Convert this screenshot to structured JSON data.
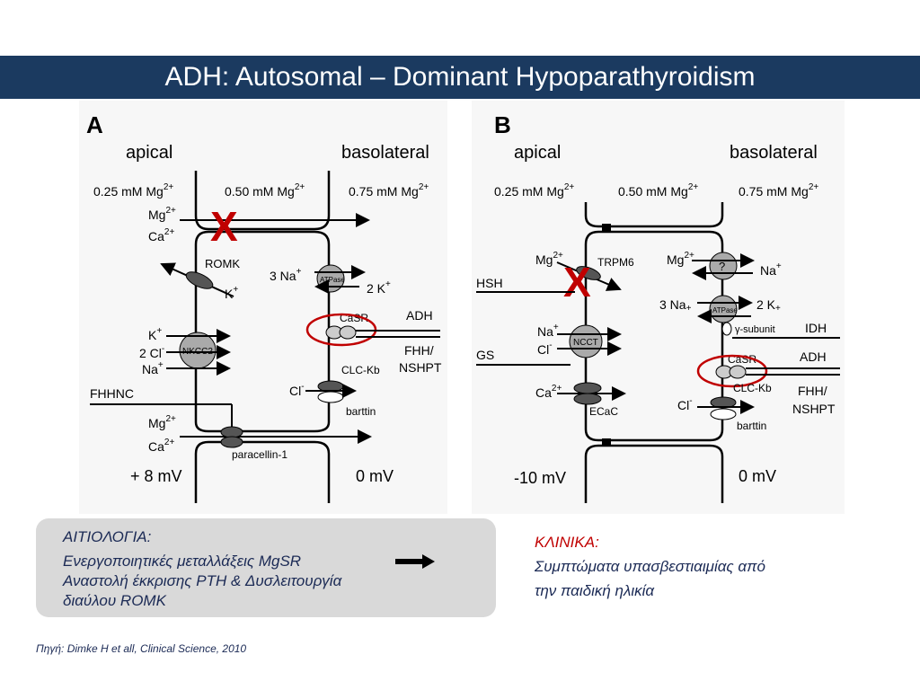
{
  "title": "ADH: Autosomal – Dominant Hypoparathyroidism",
  "panel_a": {
    "letter": "A",
    "apical": "apical",
    "basolateral": "basolateral",
    "mg_left": "0.25 mM Mg",
    "mg_mid": "0.50 mM Mg",
    "mg_right": "0.75 mM Mg",
    "sup": "2+",
    "mg_ion": "Mg",
    "ca_ion": "Ca",
    "romk": "ROMK",
    "k_plus": "K",
    "nkcc2": "NKCC2",
    "k_left": "K",
    "cl2": "2 Cl",
    "na_left": "Na",
    "atpase": "ATPase",
    "na3": "3 Na",
    "k2": "2 K",
    "casr": "CaSR",
    "adh": "ADH",
    "fhh": "FHH/",
    "nshpt": "NSHPT",
    "clckb": "CLC-Kb",
    "cl": "Cl",
    "barttin": "barttin",
    "fhhnc": "FHHNC",
    "mg_bottom": "Mg",
    "ca_bottom": "Ca",
    "paracellin": "paracellin-1",
    "voltage_left": "+ 8 mV",
    "voltage_right": "0 mV",
    "x_mark": "X"
  },
  "panel_b": {
    "letter": "B",
    "apical": "apical",
    "basolateral": "basolateral",
    "mg_left": "0.25 mM Mg",
    "mg_mid": "0.50 mM Mg",
    "mg_right": "0.75 mM Mg",
    "sup": "2+",
    "mg_ion": "Mg",
    "trpm6": "TRPM6",
    "hsh": "HSH",
    "na_ion": "Na",
    "cl_ion": "Cl",
    "ncct": "NCCT",
    "gs": "GS",
    "ca_ion": "Ca",
    "ecac": "ECaC",
    "mg_right_ion": "Mg",
    "question": "?",
    "na_right": "Na",
    "na3": "3 Na",
    "atpase": "ATPase",
    "k2": "2 K",
    "gamma": "γ-subunit",
    "idh": "IDH",
    "casr": "CaSR",
    "adh": "ADH",
    "clckb": "CLC-Kb",
    "fhh": "FHH/",
    "nshpt": "NSHPT",
    "cl_right": "Cl",
    "barttin": "barttin",
    "voltage_left": "-10 mV",
    "voltage_right": "0 mV",
    "x_mark": "X"
  },
  "etiology": {
    "title": "ΑΙΤΙΟΛΟΓΙΑ:",
    "line1": "Ενεργοποιητικές μεταλλάξεις MgSR",
    "line2": "Αναστολή έκκρισης PTH & Δυσλειτουργία",
    "line3": "διαύλου ROMK"
  },
  "clinical": {
    "title": "ΚΛΙΝΙΚΑ:",
    "line1": "Συμπτώματα υπασβεστιαιμίας  από",
    "line2": "την παιδική ηλικία"
  },
  "source": "Πηγή: Dimke H et all, Clinical Science, 2010",
  "colors": {
    "title_bar": "#1b3a60",
    "accent_red": "#c00000",
    "box_gray": "#d9d9d9",
    "text_navy": "#1b2a55"
  }
}
